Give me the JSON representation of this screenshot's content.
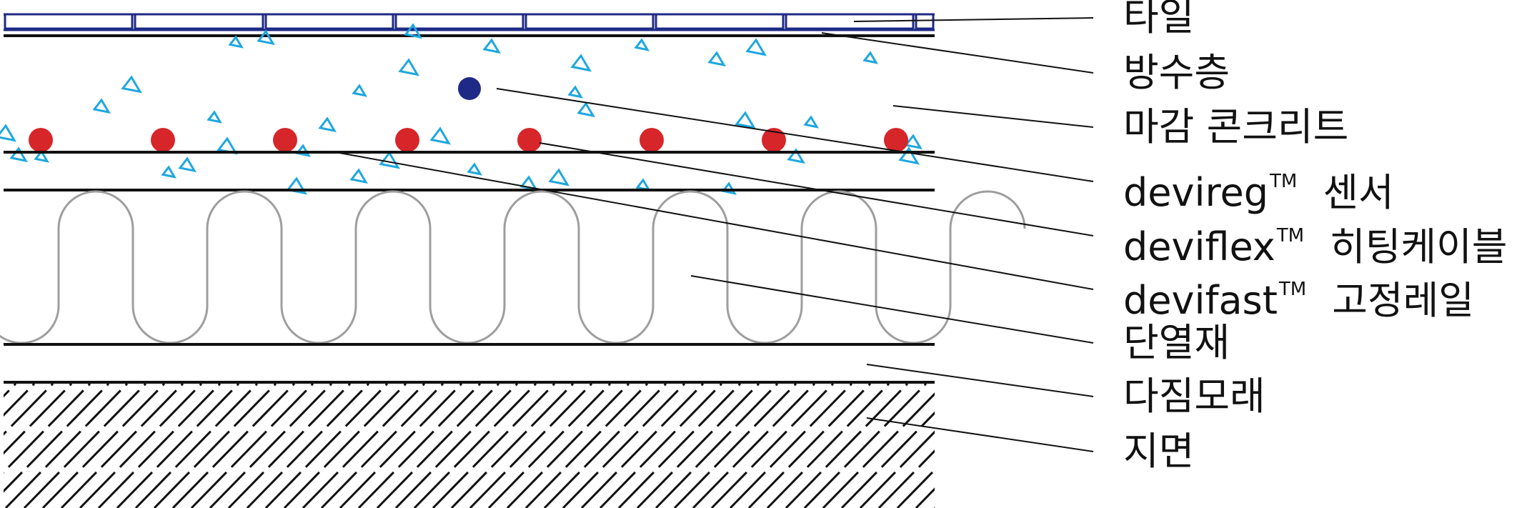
{
  "labels": {
    "tile": "타일",
    "waterproof": "방수층",
    "finish_concrete": "마감 콘크리트",
    "sensor_brand": "devireg",
    "sensor_tm": "TM",
    "sensor_name": "센서",
    "cable_brand": "deviflex",
    "cable_tm": "TM",
    "cable_name": "히팅케이블",
    "rail_brand": "devifast",
    "rail_tm": "TM",
    "rail_name": "고정레일",
    "insulation": "단열재",
    "compacted_sand": "다짐모래",
    "ground": "지면"
  },
  "colors": {
    "tile_outline": "#1f2a86",
    "aggregate": "#1ea7df",
    "heating_cable": "#d6262a",
    "sensor": "#1f2a86",
    "insulation_curve": "#9e9e9e",
    "line": "#111111"
  }
}
